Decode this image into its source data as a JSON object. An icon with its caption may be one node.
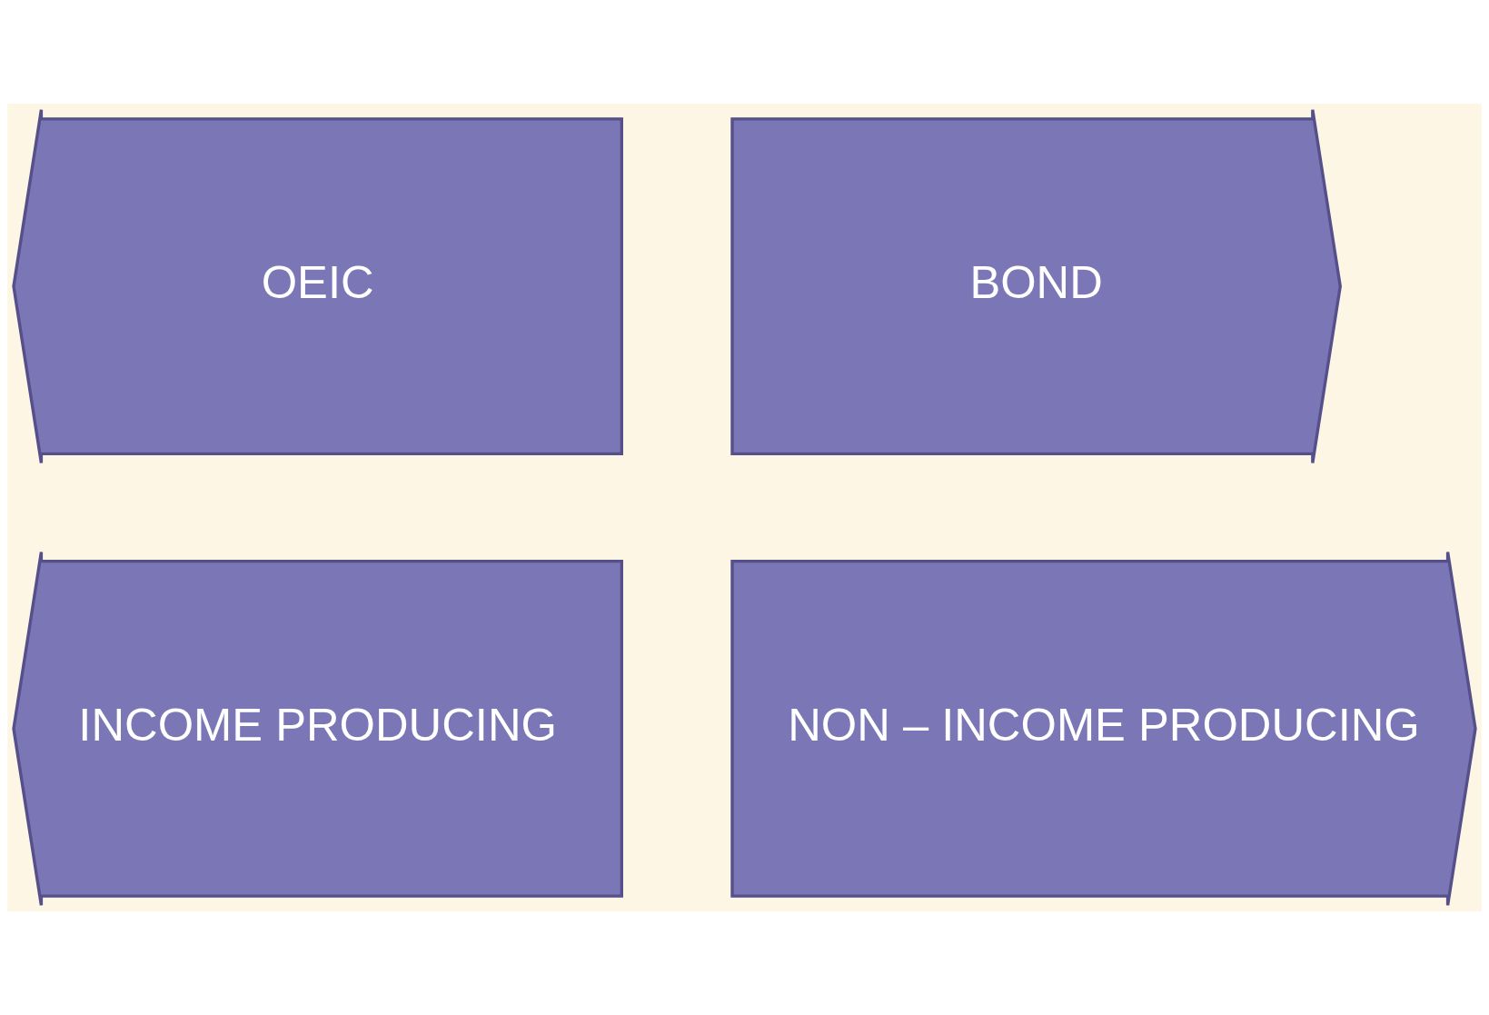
{
  "diagram": {
    "nodes": [
      {
        "text": [
          "OEIC"
        ]
      },
      {
        "text": [
          "BOND"
        ]
      },
      {
        "text": [
          "INCOME PRODUCING"
        ]
      },
      {
        "text": [
          "NON – INCOME PRODUCING"
        ]
      }
    ]
  }
}
